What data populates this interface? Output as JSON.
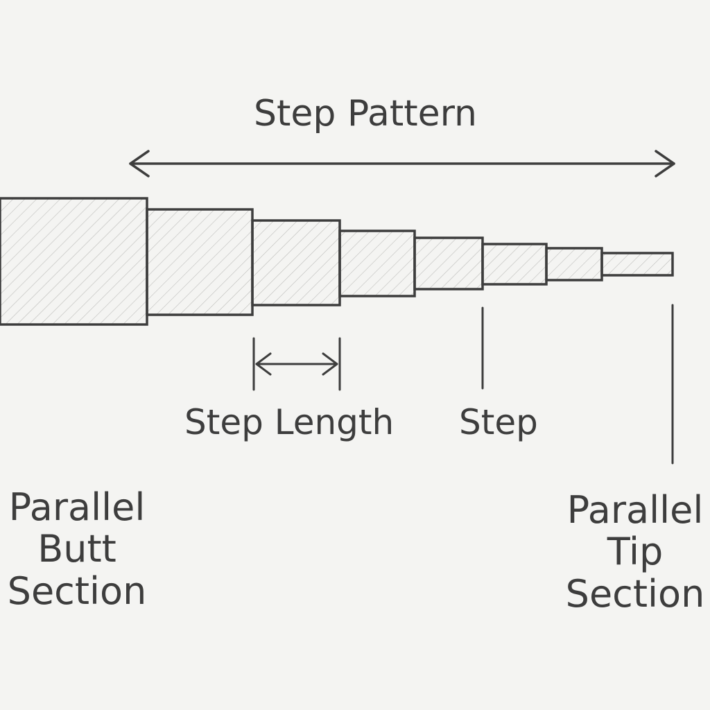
{
  "title": "Step Pattern",
  "labels": {
    "step_length": "Step Length",
    "step": "Step",
    "butt": [
      "Parallel",
      "Butt",
      "Section"
    ],
    "tip": [
      "Parallel",
      "Tip",
      "Section"
    ]
  },
  "colors": {
    "ink": "#3d3d3d",
    "paper": "#f4f4f2",
    "hatch": "#b9b9b6"
  }
}
